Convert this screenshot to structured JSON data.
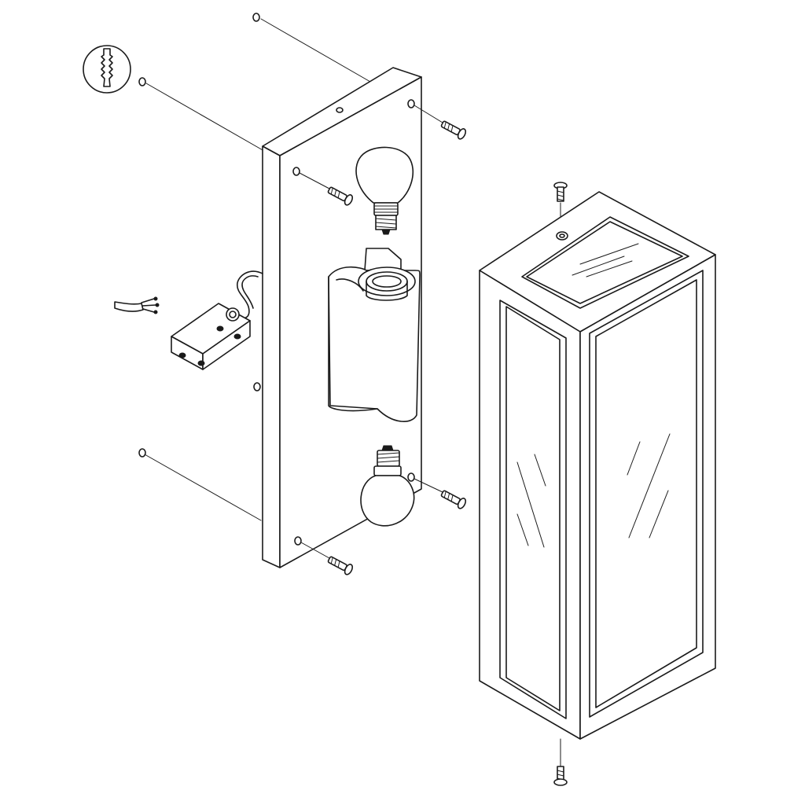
{
  "diagram": {
    "type": "exploded-assembly",
    "subject": "wall-lamp",
    "components": [
      "wall-plug-detail",
      "mounting-plate",
      "mounting-screw",
      "light-bulb-top",
      "light-bulb-bottom",
      "lamp-holder",
      "reflector-shield",
      "junction-box",
      "power-cable",
      "glass-housing",
      "housing-top-screw",
      "housing-bottom-screw"
    ],
    "colors": {
      "line": "#1a1a1a",
      "background": "#ffffff"
    }
  }
}
